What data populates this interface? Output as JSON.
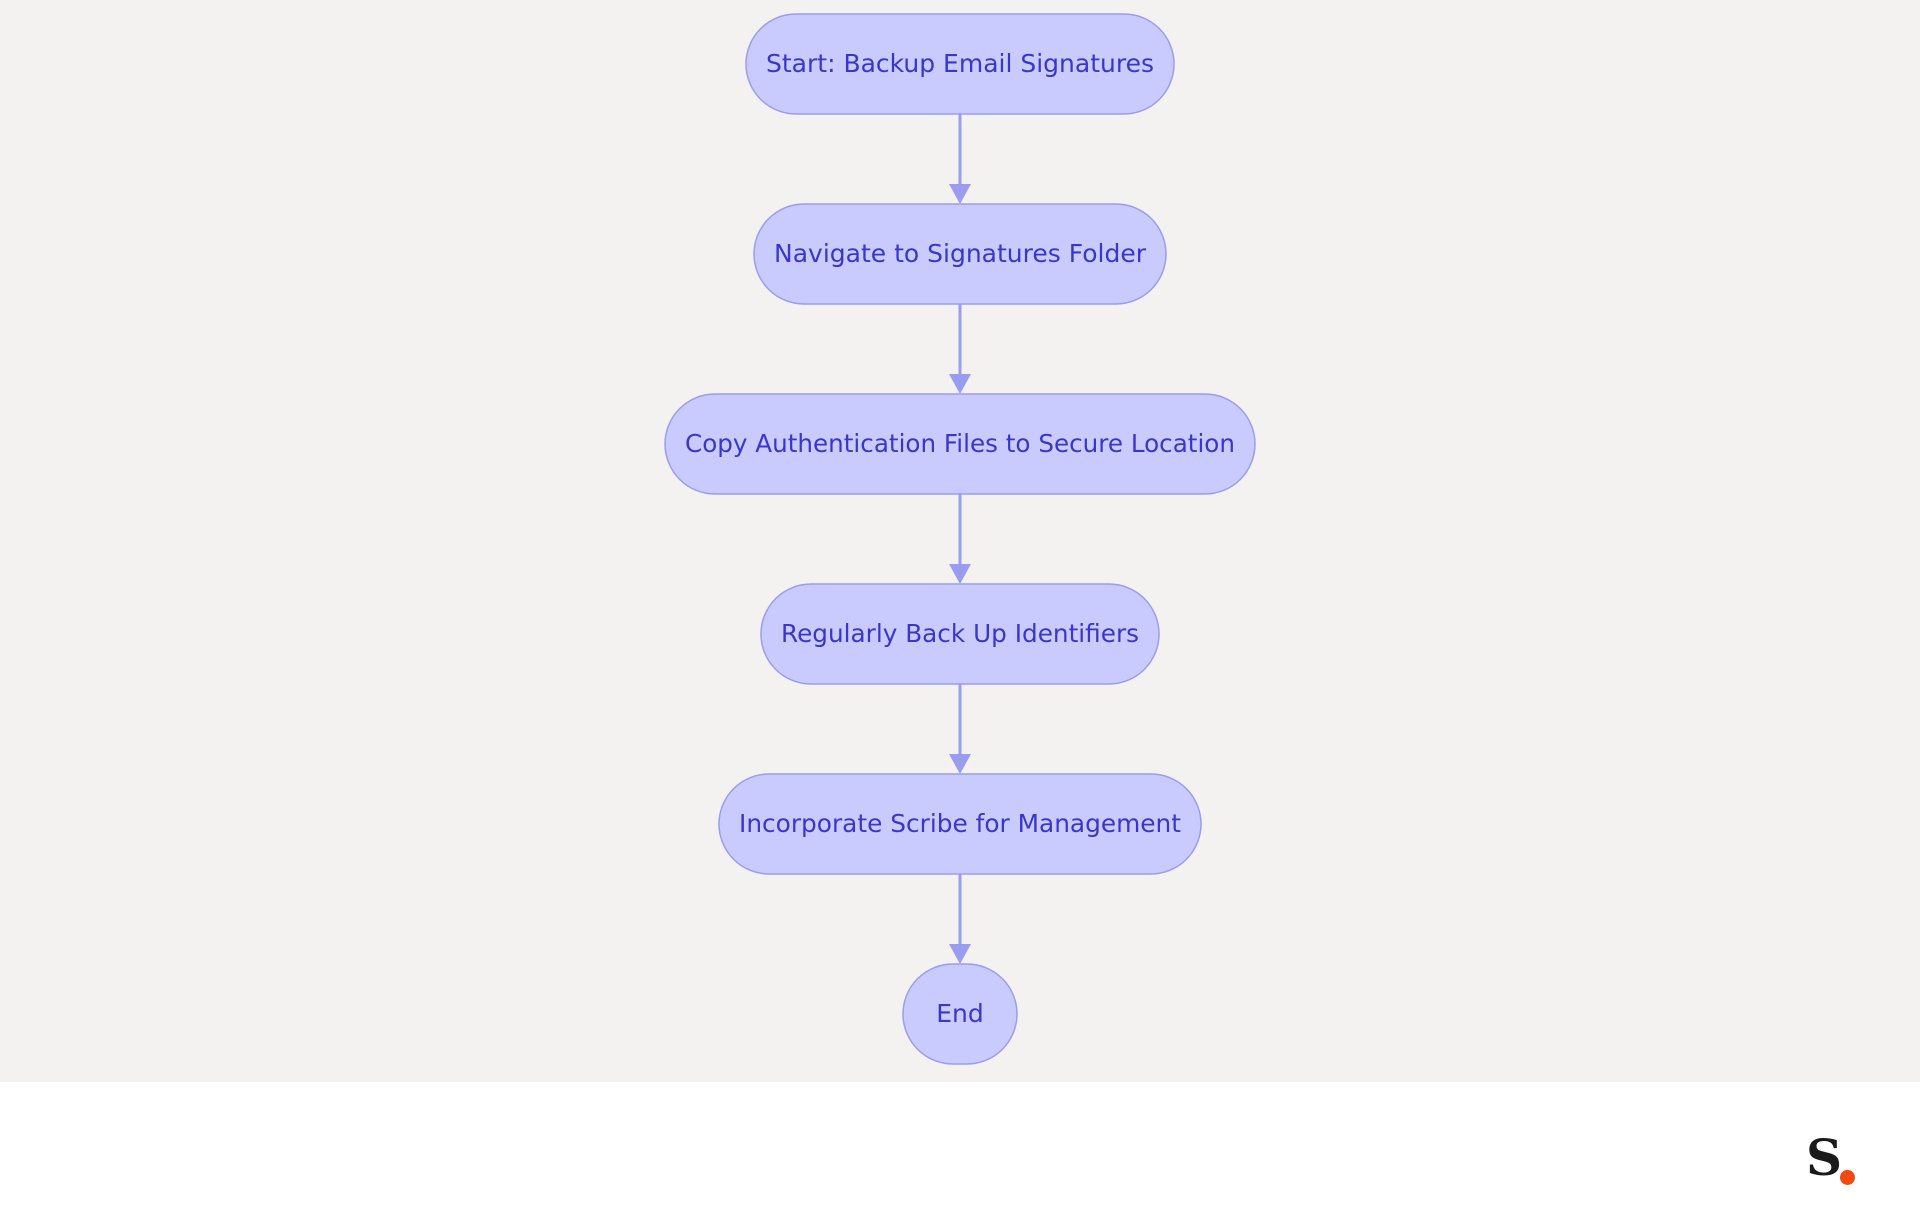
{
  "diagram": {
    "nodes": [
      {
        "id": "start",
        "label": "Start: Backup Email Signatures"
      },
      {
        "id": "navigate",
        "label": "Navigate to Signatures Folder"
      },
      {
        "id": "copy",
        "label": "Copy Authentication Files to Secure Location"
      },
      {
        "id": "backup",
        "label": "Regularly Back Up Identifiers"
      },
      {
        "id": "scribe",
        "label": "Incorporate Scribe for Management"
      },
      {
        "id": "end",
        "label": "End"
      }
    ],
    "edges": [
      {
        "from": "start",
        "to": "navigate"
      },
      {
        "from": "navigate",
        "to": "copy"
      },
      {
        "from": "copy",
        "to": "backup"
      },
      {
        "from": "backup",
        "to": "scribe"
      },
      {
        "from": "scribe",
        "to": "end"
      }
    ],
    "colors": {
      "background": "#f3f2f1",
      "node_fill": "#c9cbff",
      "node_stroke": "#9a9cf0",
      "text": "#3a36c9",
      "edge": "#9a9cf0"
    }
  },
  "footer": {
    "logo": {
      "letter": "S",
      "dot_color": "#f04a12"
    }
  }
}
